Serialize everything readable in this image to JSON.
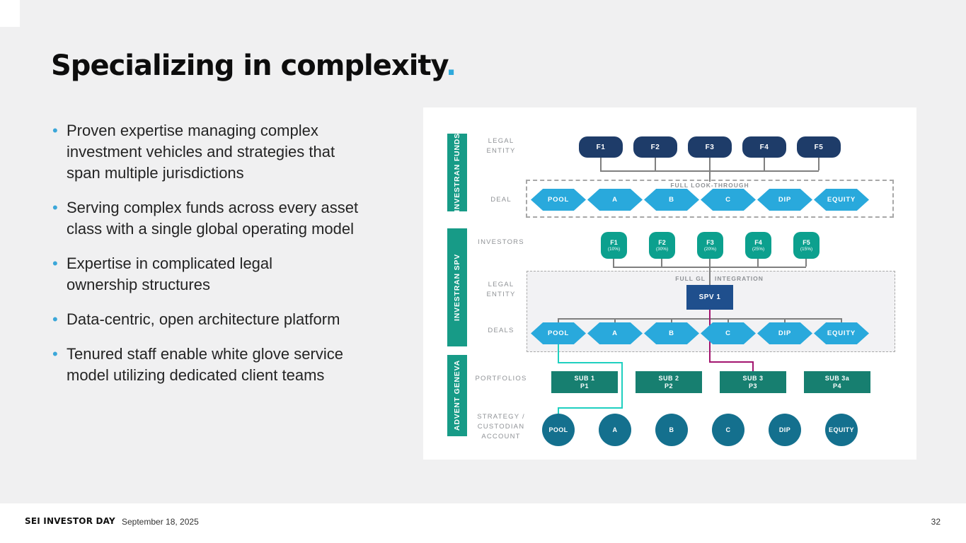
{
  "slide": {
    "title": "Specializing in complexity",
    "title_period": ".",
    "bullets": [
      "Proven expertise managing complex\ninvestment vehicles and strategies that\nspan multiple jurisdictions",
      "Serving complex funds across every asset\nclass with a single global operating model",
      "Expertise in complicated legal\nownership structures",
      "Data-centric, open architecture platform",
      "Tenured staff enable white glove service\nmodel utilizing dedicated client teams"
    ],
    "footer": {
      "brand": "SEI INVESTOR DAY",
      "date": "September 18, 2025",
      "page": "32"
    }
  },
  "diagram": {
    "colors": {
      "accent_blue": "#2ea9dc",
      "bar_teal": "#179b87",
      "fund_navy": "#1e3c69",
      "hex_blue": "#29a9dc",
      "investor_green": "#0ca08e",
      "spv_blue": "#1f4f8d",
      "sub_green": "#177f70",
      "account_teal": "#14708e",
      "cyan_connector": "#1fd0c0",
      "magenta_connector": "#a3156f"
    },
    "bars": [
      "INVESTRAN FUNDS",
      "INVESTRAN SPV",
      "ADVENT GENEVA"
    ],
    "row_labels": [
      "LEGAL\nENTITY",
      "DEAL",
      "INVESTORS",
      "LEGAL\nENTITY",
      "DEALS",
      "PORTFOLIOS",
      "STRATEGY /\nCUSTODIAN\nACCOUNT"
    ],
    "funds": [
      "F1",
      "F2",
      "F3",
      "F4",
      "F5"
    ],
    "look_through_label": "FULL LOOK-THROUGH",
    "deal_hexes": [
      "POOL",
      "A",
      "B",
      "C",
      "DIP",
      "EQUITY"
    ],
    "investors": [
      {
        "name": "F1",
        "pct": "(10%)"
      },
      {
        "name": "F2",
        "pct": "(30%)"
      },
      {
        "name": "F3",
        "pct": "(20%)"
      },
      {
        "name": "F4",
        "pct": "(25%)"
      },
      {
        "name": "F5",
        "pct": "(15%)"
      }
    ],
    "gl_label": {
      "left": "FULL GL",
      "right": "INTEGRATION"
    },
    "spv_label": "SPV 1",
    "spv_hexes": [
      "POOL",
      "A",
      "B",
      "C",
      "DIP",
      "EQUITY"
    ],
    "portfolios": [
      {
        "line1": "SUB 1",
        "line2": "P1"
      },
      {
        "line1": "SUB 2",
        "line2": "P2"
      },
      {
        "line1": "SUB 3",
        "line2": "P3"
      },
      {
        "line1": "SUB 3a",
        "line2": "P4"
      }
    ],
    "accounts": [
      "POOL",
      "A",
      "B",
      "C",
      "DIP",
      "EQUITY"
    ]
  }
}
